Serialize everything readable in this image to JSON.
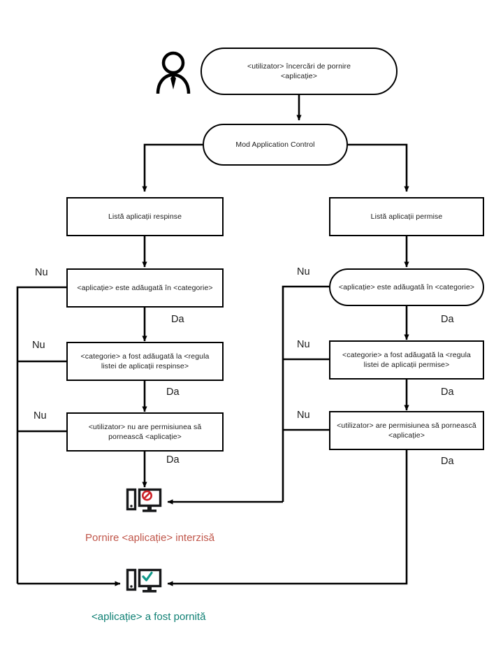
{
  "diagram": {
    "title": "Application Control start flow",
    "colors": {
      "line": "#000000",
      "text": "#1a1a1a",
      "denied": "#c0564a",
      "allowed": "#0f8074",
      "denied_mark": "#cc2229",
      "allowed_mark": "#11998b"
    },
    "actor": {
      "icon": "person-icon"
    },
    "nodes": {
      "start": {
        "shape": "pill",
        "text": "<utilizator> încercări de pornire\n<aplicație>"
      },
      "mode": {
        "shape": "pill",
        "text": "Mod Application Control"
      },
      "denylist": {
        "shape": "rect",
        "text": "Listă aplicații respinse"
      },
      "allowlist": {
        "shape": "rect",
        "text": "Listă aplicații permise"
      },
      "deny_q1": {
        "shape": "rect",
        "text": "<aplicație> este adăugată în <categorie>"
      },
      "deny_q2": {
        "shape": "rect",
        "text": "<categorie> a fost adăugată la <regula\nlistei de aplicații respinse>"
      },
      "deny_q3": {
        "shape": "rect",
        "text": "<utilizator> nu are permisiunea să\npornească <aplicație>"
      },
      "allow_q1": {
        "shape": "pill",
        "text": "<aplicație> este adăugată în <categorie>"
      },
      "allow_q2": {
        "shape": "rect",
        "text": "<categorie> a fost adăugată la <regula\nlistei de aplicații permise>"
      },
      "allow_q3": {
        "shape": "rect",
        "text": "<utilizator> are permisiunea să pornească\n<aplicație>"
      }
    },
    "edge_labels": {
      "no": "Nu",
      "yes": "Da"
    },
    "branch_labels": {
      "deny_q1_no": "Nu",
      "deny_q1_yes": "Da",
      "deny_q2_no": "Nu",
      "deny_q2_yes": "Da",
      "deny_q3_no": "Nu",
      "deny_q3_yes": "Da",
      "allow_q1_no": "Nu",
      "allow_q1_yes": "Da",
      "allow_q2_no": "Nu",
      "allow_q2_yes": "Da",
      "allow_q3_no": "Nu",
      "allow_q3_yes": "Da"
    },
    "outcomes": {
      "blocked": {
        "icon": "computer-blocked-icon",
        "label": "Pornire <aplicație> interzisă"
      },
      "started": {
        "icon": "computer-allowed-icon",
        "label": "<aplicație> a fost pornită"
      }
    }
  }
}
